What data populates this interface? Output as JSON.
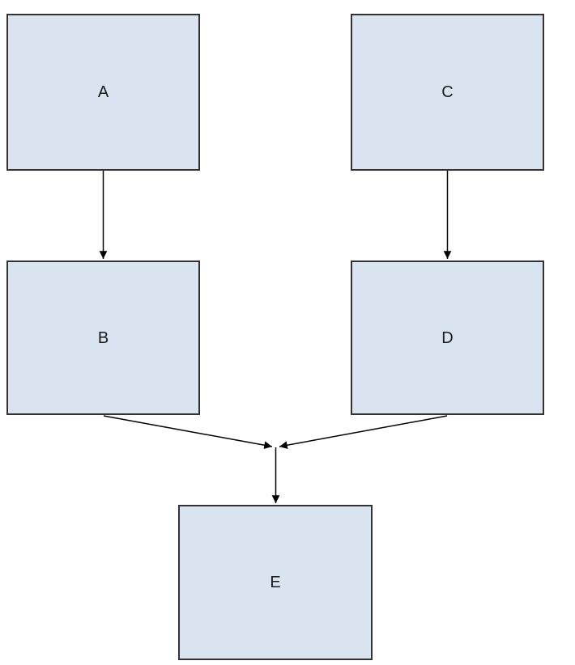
{
  "diagram": {
    "type": "flowchart",
    "nodes": [
      {
        "id": "A",
        "label": "A"
      },
      {
        "id": "B",
        "label": "B"
      },
      {
        "id": "C",
        "label": "C"
      },
      {
        "id": "D",
        "label": "D"
      },
      {
        "id": "E",
        "label": "E"
      }
    ],
    "edges": [
      {
        "from": "A",
        "to": "B"
      },
      {
        "from": "C",
        "to": "D"
      },
      {
        "from": "B",
        "to": "E"
      },
      {
        "from": "D",
        "to": "E"
      }
    ],
    "colors": {
      "background": "#ffffff",
      "node_fill": "#dae4f0",
      "node_border": "#333333",
      "edge": "#000000",
      "label_text": "#1a1a1a"
    }
  }
}
